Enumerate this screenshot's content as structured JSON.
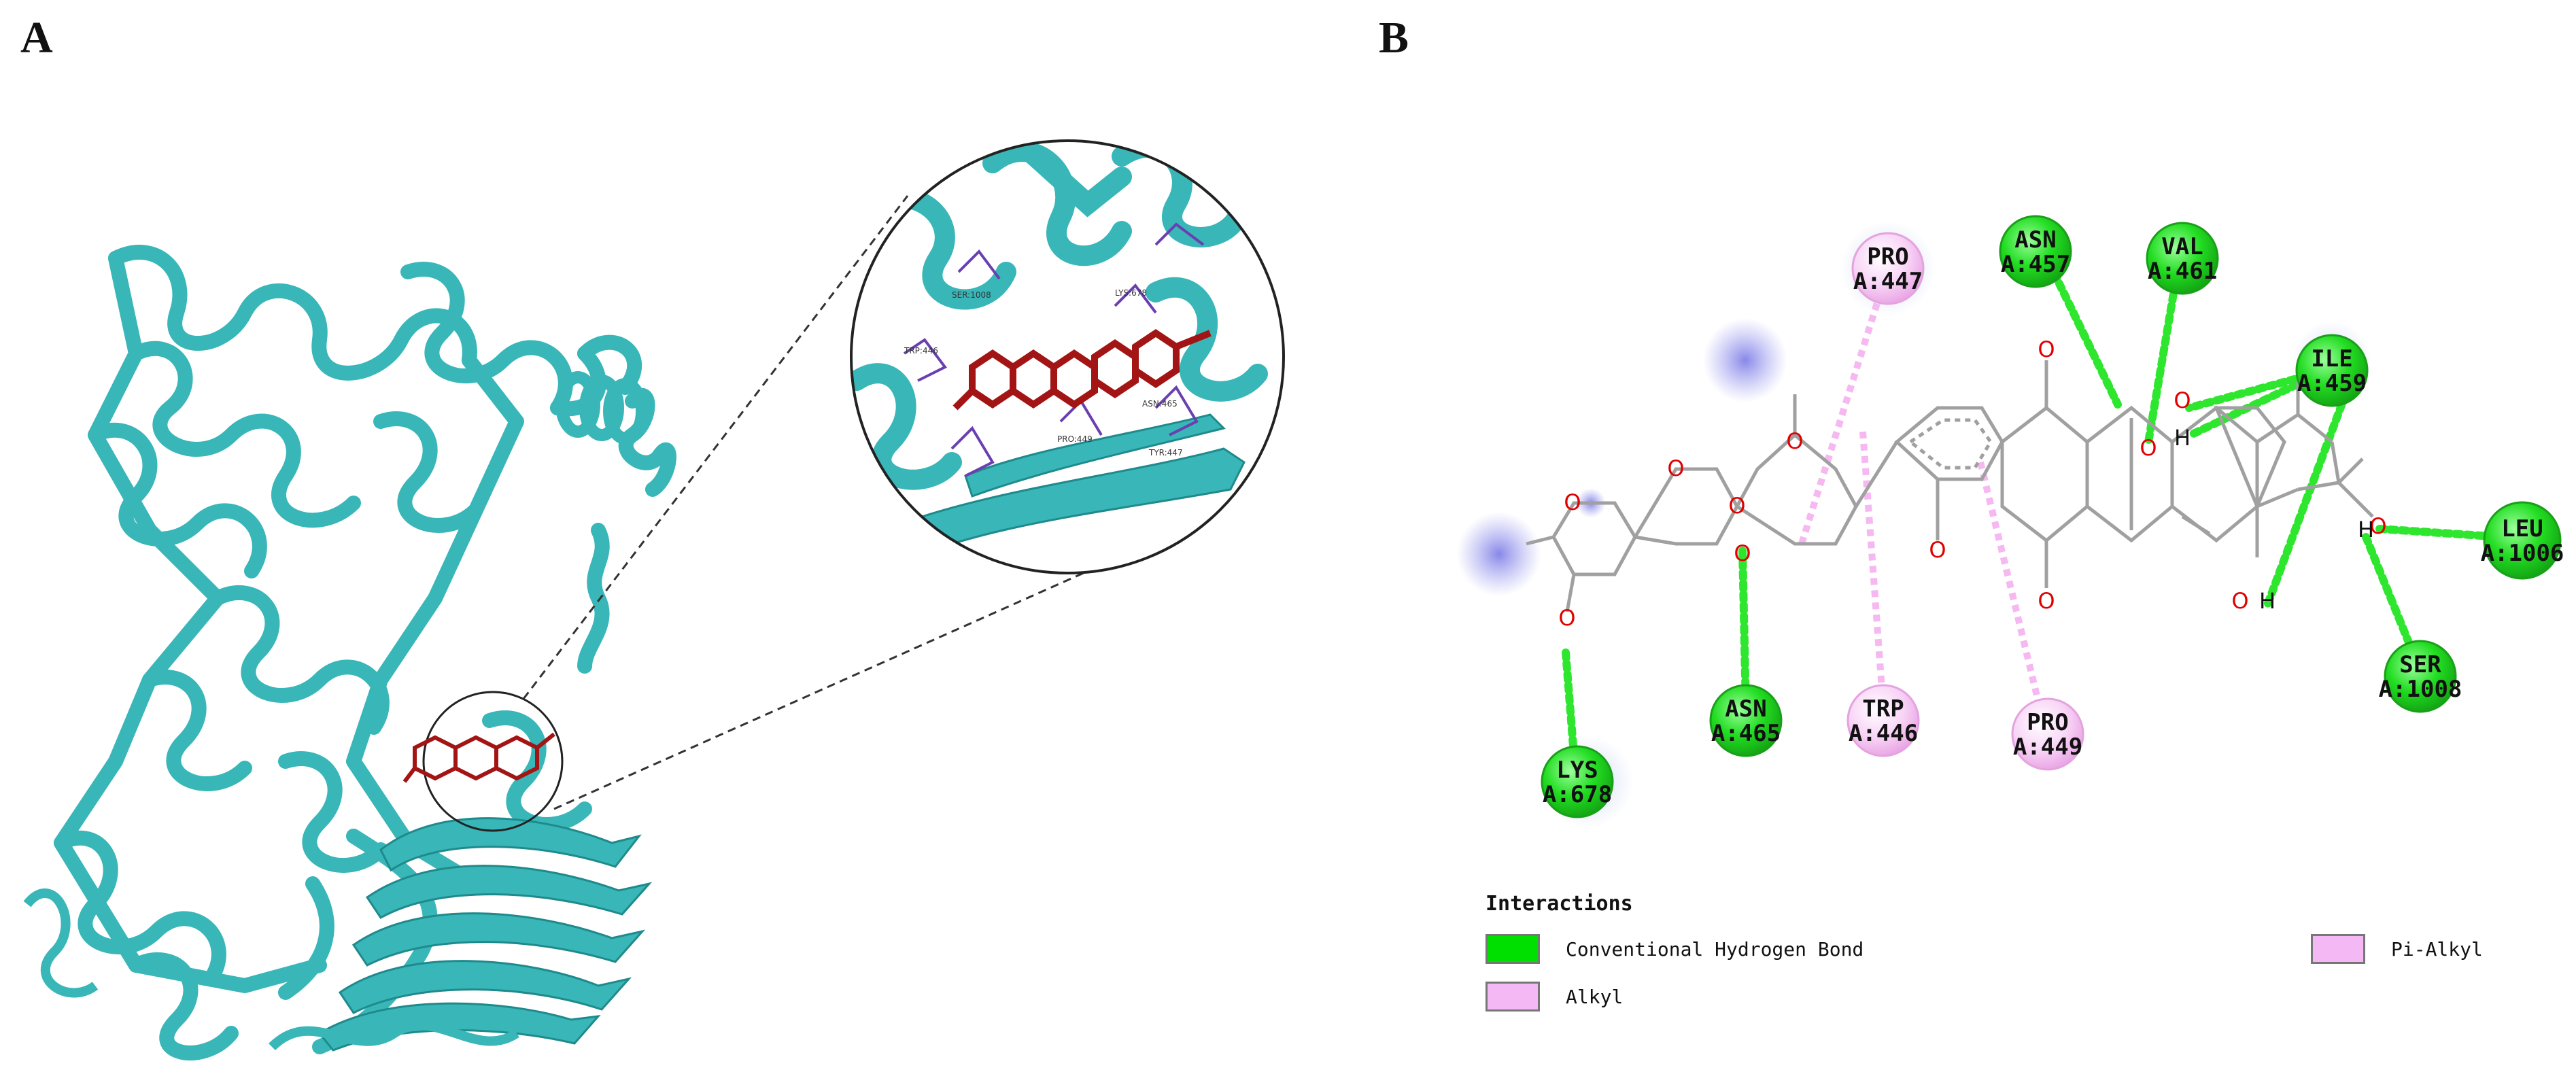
{
  "panels": {
    "a": "A",
    "b": "B"
  },
  "residues": [
    {
      "name": "PRO",
      "chain": "A:447",
      "type": "pi_alkyl"
    },
    {
      "name": "ASN",
      "chain": "A:457",
      "type": "hbond"
    },
    {
      "name": "VAL",
      "chain": "A:461",
      "type": "hbond"
    },
    {
      "name": "ILE",
      "chain": "A:459",
      "type": "hbond"
    },
    {
      "name": "LEU",
      "chain": "A:1006",
      "type": "hbond"
    },
    {
      "name": "SER",
      "chain": "A:1008",
      "type": "hbond"
    },
    {
      "name": "PRO",
      "chain": "A:449",
      "type": "pi_alkyl"
    },
    {
      "name": "TRP",
      "chain": "A:446",
      "type": "pi_alkyl"
    },
    {
      "name": "ASN",
      "chain": "A:465",
      "type": "hbond"
    },
    {
      "name": "LYS",
      "chain": "A:678",
      "type": "hbond"
    }
  ],
  "atoms": {
    "oxygen": "O",
    "hydrogen": "H"
  },
  "zoom_labels": [
    "SER:1008",
    "ASN:465",
    "PRO:449",
    "TRP:446",
    "TYR:447",
    "LYS:678"
  ],
  "legend": {
    "title": "Interactions",
    "items": [
      {
        "label": "Conventional Hydrogen Bond",
        "color": "#00e000"
      },
      {
        "label": "Alkyl",
        "color": "#f4b8f4"
      },
      {
        "label": "Pi-Alkyl",
        "color": "#f4b8f4"
      }
    ]
  },
  "colors": {
    "protein": "#38b6b8",
    "protein_dark": "#1f8a8c",
    "ligand": "#a31515",
    "hbond": "#2ee62e",
    "pi_alkyl": "#f5b8f0",
    "bond": "#9a9a9a",
    "oxygen": "#e00000"
  }
}
